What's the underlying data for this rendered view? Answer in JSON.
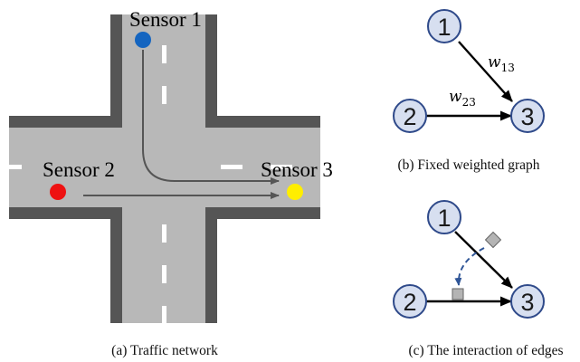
{
  "traffic_network": {
    "sensors": [
      {
        "label": "Sensor 1",
        "color": "#1565C0"
      },
      {
        "label": "Sensor 2",
        "color": "#EE1111"
      },
      {
        "label": "Sensor 3",
        "color": "#FFEE00"
      }
    ],
    "caption": "(a) Traffic network"
  },
  "fixed_graph": {
    "nodes": [
      "1",
      "2",
      "3"
    ],
    "edges": [
      {
        "from": "1",
        "to": "3",
        "weight_base": "w",
        "weight_sub": "13"
      },
      {
        "from": "2",
        "to": "3",
        "weight_base": "w",
        "weight_sub": "23"
      }
    ],
    "caption": "(b) Fixed weighted graph"
  },
  "edge_interaction": {
    "nodes": [
      "1",
      "2",
      "3"
    ],
    "caption": "(c) The interaction of edges"
  },
  "colors": {
    "road": "#b8b8b8",
    "road_border": "#555555",
    "node_fill": "#d7dff0",
    "node_stroke": "#2f4a8a",
    "interaction_arrow": "#2f5597",
    "edge_marker": "#b4b4b4"
  }
}
